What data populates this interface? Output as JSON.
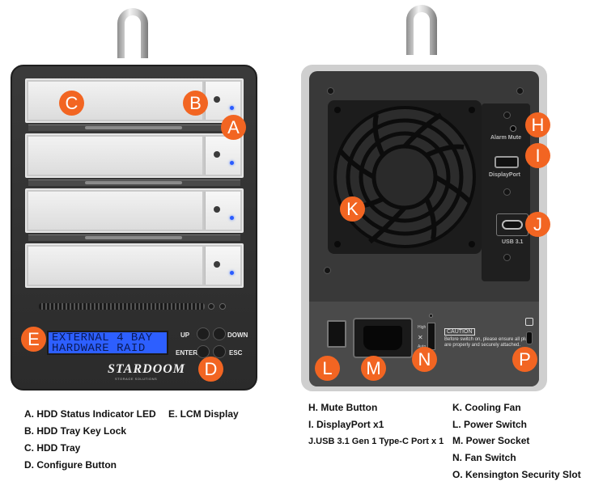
{
  "front": {
    "lcd_line1": "EXTERNAL 4 BAY",
    "lcd_line2": "HARDWARE RAID",
    "button_up": "UP",
    "button_down": "DOWN",
    "button_enter": "ENTER",
    "button_esc": "ESC",
    "brand": "STARDOOM",
    "brand_sub": "STORAGE SOLUTIONS",
    "led_color": "#2a5bff"
  },
  "back": {
    "alarm_mute": "Alarm Mute",
    "displayport": "DisplayPort",
    "usb": "USB 3.1",
    "fan_high": "High",
    "fan_auto": "Auto",
    "caution_title": "CAUTION",
    "caution_text": "Before switch on, please ensure all plugs are properly and securely attached."
  },
  "markers": {
    "a": "A",
    "b": "B",
    "c": "C",
    "d": "D",
    "e": "E",
    "h": "H",
    "i": "I",
    "j": "J",
    "k": "K",
    "l": "L",
    "m": "M",
    "n": "N",
    "p": "P",
    "color": "#f26522"
  },
  "legend_front": [
    "A. HDD Status Indicator LED",
    "B. HDD Tray Key Lock",
    "C. HDD Tray",
    "D. Configure Button",
    "E. LCM Display"
  ],
  "legend_back": [
    "H. Mute Button",
    "I. DisplayPort x1",
    "J.USB 3.1 Gen 1 Type-C Port x 1",
    "K. Cooling Fan",
    "L. Power Switch",
    "M. Power Socket",
    "N. Fan Switch",
    "O. Kensington Security Slot"
  ]
}
